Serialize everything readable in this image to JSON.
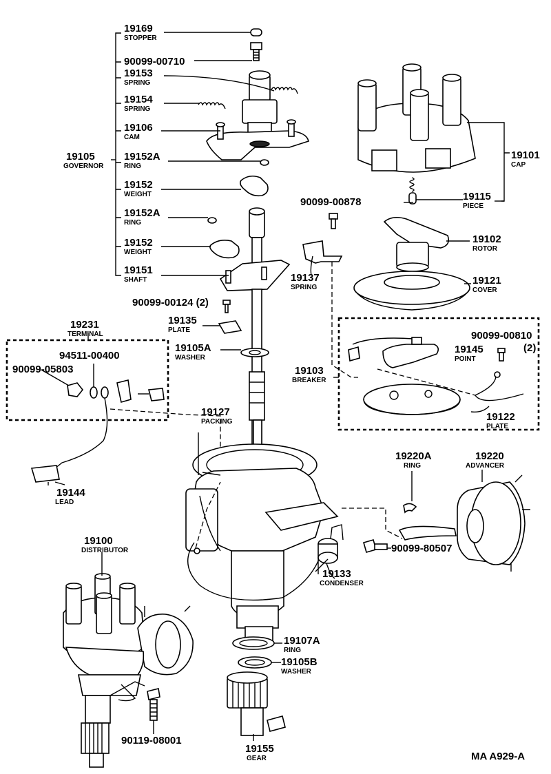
{
  "labels": {
    "p19169": {
      "num": "19169",
      "name": "STOPPER"
    },
    "p90099_00710": {
      "num": "90099-00710"
    },
    "p19153": {
      "num": "19153",
      "name": "SPRING"
    },
    "p19154": {
      "num": "19154",
      "name": "SPRING"
    },
    "p19106": {
      "num": "19106",
      "name": "CAM"
    },
    "p19105": {
      "num": "19105",
      "name": "GOVERNOR"
    },
    "p19152A_1": {
      "num": "19152A",
      "name": "RING"
    },
    "p19152_1": {
      "num": "19152",
      "name": "WEIGHT"
    },
    "p19152A_2": {
      "num": "19152A",
      "name": "RING"
    },
    "p19152_2": {
      "num": "19152",
      "name": "WEIGHT"
    },
    "p19151": {
      "num": "19151",
      "name": "SHAFT"
    },
    "p90099_00124": {
      "num": "90099-00124 (2)"
    },
    "p19135": {
      "num": "19135",
      "name": "PLATE"
    },
    "p19105A": {
      "num": "19105A",
      "name": "WASHER"
    },
    "p19231": {
      "num": "19231",
      "name": "TERMINAL"
    },
    "p94511_00400": {
      "num": "94511-00400"
    },
    "p90099_05803": {
      "num": "90099-05803"
    },
    "p19144": {
      "num": "19144",
      "name": "LEAD"
    },
    "p19127": {
      "num": "19127",
      "name": "PACKING"
    },
    "p19101": {
      "num": "19101",
      "name": "CAP"
    },
    "p19115": {
      "num": "19115",
      "name": "PIECE"
    },
    "p90099_00878": {
      "num": "90099-00878"
    },
    "p19102": {
      "num": "19102",
      "name": "ROTOR"
    },
    "p19137": {
      "num": "19137",
      "name": "SPRING"
    },
    "p19121": {
      "num": "19121",
      "name": "COVER"
    },
    "p90099_00810": {
      "num": "90099-00810",
      "qty": "(2)"
    },
    "p19145": {
      "num": "19145",
      "name": "POINT"
    },
    "p19103": {
      "num": "19103",
      "name": "BREAKER"
    },
    "p19122": {
      "num": "19122",
      "name": "PLATE"
    },
    "p19220A": {
      "num": "19220A",
      "name": "RING"
    },
    "p19220": {
      "num": "19220",
      "name": "ADVANCER"
    },
    "p90099_80507": {
      "num": "90099-80507"
    },
    "p19133": {
      "num": "19133",
      "name": "CONDENSER"
    },
    "p19100": {
      "num": "19100",
      "name": "DISTRIBUTOR"
    },
    "p19107A": {
      "num": "19107A",
      "name": "RING"
    },
    "p19105B": {
      "num": "19105B",
      "name": "WASHER"
    },
    "p90119_08001": {
      "num": "90119-08001"
    },
    "p19155": {
      "num": "19155",
      "name": "GEAR"
    }
  },
  "figure_code": "MA A929-A"
}
